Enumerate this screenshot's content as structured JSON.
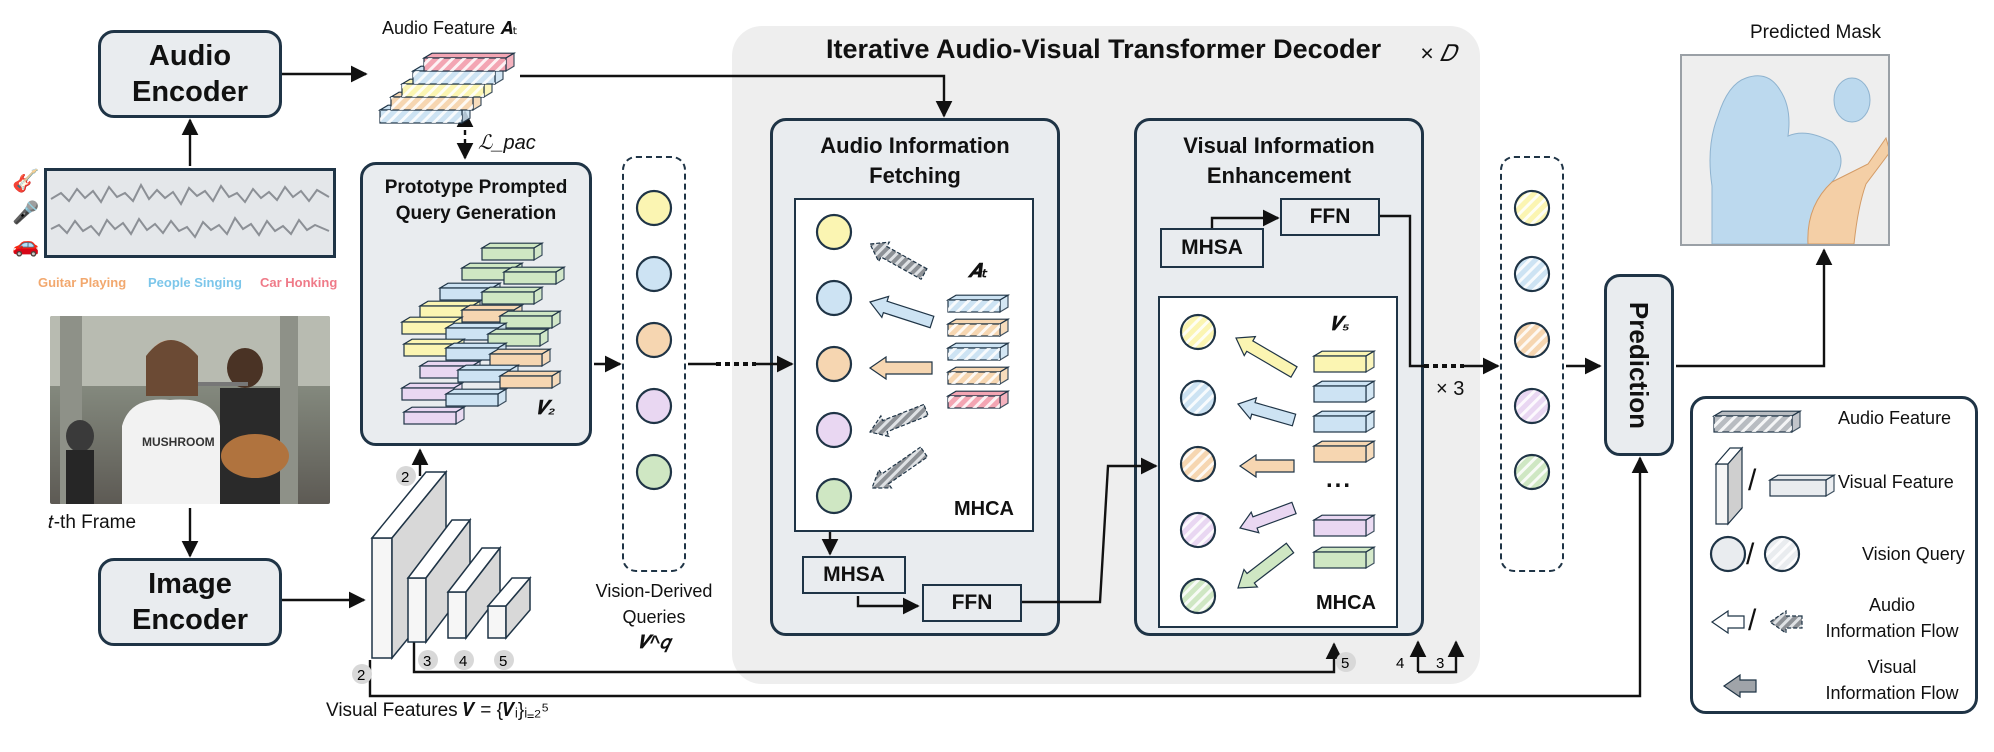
{
  "encoders": {
    "audio": "Audio\nEncoder",
    "image": "Image\nEncoder"
  },
  "audio_feature": {
    "label": "Audio Feature 𝑨ₜ",
    "loss": "ℒ_pac"
  },
  "sources": {
    "guitar": "Guitar Playing",
    "people": "People Singing",
    "car": "Car Honking",
    "frame_caption": "𝑡-th Frame",
    "colors": {
      "guitar": "#f2a86e",
      "people": "#7cc6ea",
      "car": "#ef7a88"
    }
  },
  "ppqg": {
    "title": "Prototype Prompted\nQuery Generation",
    "feat": "𝑽₂"
  },
  "vision_queries": {
    "caption": "Vision-Derived\nQueries",
    "symbol": "𝑽^𝑞"
  },
  "decoder": {
    "title": "Iterative Audio-Visual Transformer Decoder",
    "repeat": "× 𝐷"
  },
  "aif": {
    "title": "Audio Information\nFetching",
    "feat": "𝑨ₜ",
    "mhca": "MHCA",
    "mhsa": "MHSA",
    "ffn": "FFN"
  },
  "vie": {
    "title": "Visual Information\nEnhancement",
    "feat": "𝑽₅",
    "mhca": "MHCA",
    "mhsa": "MHSA",
    "ffn": "FFN",
    "dots": "..."
  },
  "times3": "× 3",
  "visual_features": {
    "caption": "Visual Features 𝑽 = {𝑽ᵢ}ᵢ₌₂⁵",
    "levels": [
      "2",
      "3",
      "4",
      "5"
    ]
  },
  "prediction": "Prediction",
  "predicted_mask": "Predicted Mask",
  "legend": {
    "audio_feature": "Audio Feature",
    "visual_feature": "Visual Feature",
    "vision_query": "Vision Query",
    "audio_flow": "Audio\nInformation Flow",
    "visual_flow": "Visual\nInformation Flow",
    "slash": "/"
  },
  "palette": {
    "yellow": "#fbf5b2",
    "blue": "#cde3f3",
    "orange": "#f6d6b1",
    "purple": "#e9d7f2",
    "green": "#cfe7c3",
    "pink": "#f3a5b3"
  }
}
